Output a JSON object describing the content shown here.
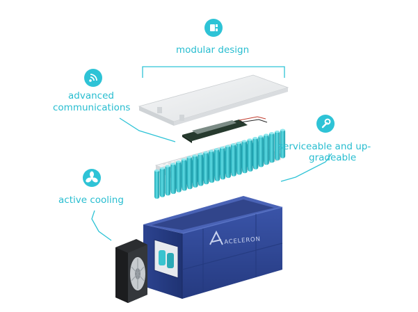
{
  "callouts": {
    "modular": {
      "text": "modular design",
      "icon": "modular-icon"
    },
    "comms": {
      "line1": "advanced",
      "line2": "communications",
      "icon": "wifi-icon"
    },
    "service": {
      "line1": "serviceable and up-",
      "line2": "gradeable",
      "icon": "wrench-icon"
    },
    "cooling": {
      "text": "active cooling",
      "icon": "fan-icon"
    }
  },
  "product": {
    "brand": "ACELERON"
  },
  "colors": {
    "accent": "#2ec3d6",
    "housing": "#2f4590",
    "cells": "#2fc4cf",
    "panel": "#eceeef"
  }
}
